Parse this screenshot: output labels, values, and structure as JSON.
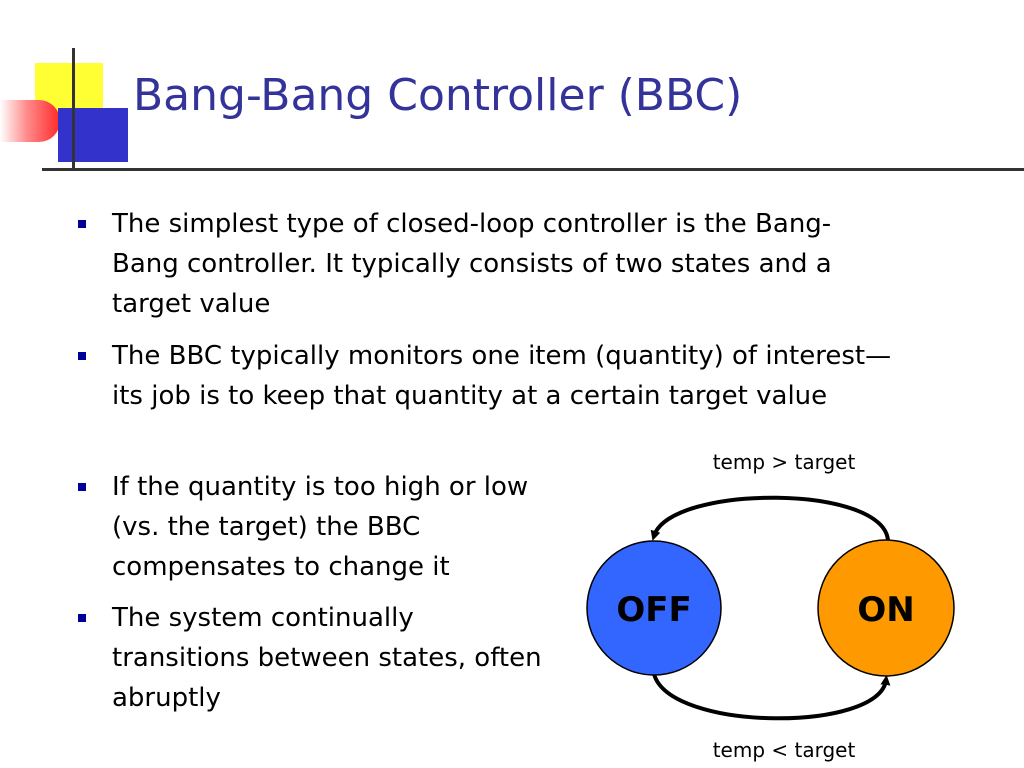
{
  "slide": {
    "title": "Bang-Bang Controller (BBC)",
    "bullets": [
      "The simplest type of closed-loop controller is the Bang-Bang controller.  It typically consists of two states and a target value",
      "The BBC typically monitors one item (quantity) of interest—its job is to keep that quantity at a certain target value",
      "If the quantity is too high or low (vs. the target) the BBC compensates to change it",
      "The system continually transitions between states, often abruptly"
    ]
  },
  "diagram": {
    "states": [
      {
        "label": "OFF",
        "color": "#3366ff"
      },
      {
        "label": "ON",
        "color": "#ff9900"
      }
    ],
    "transitions": [
      {
        "from": "ON",
        "to": "OFF",
        "label": "temp > target"
      },
      {
        "from": "OFF",
        "to": "ON",
        "label": "temp < target"
      }
    ]
  },
  "colors": {
    "title": "#333399",
    "bullet_marker": "#000099",
    "deco_yellow": "#ffff33",
    "deco_blue": "#3333cc",
    "deco_red": "#ff2a2a"
  }
}
